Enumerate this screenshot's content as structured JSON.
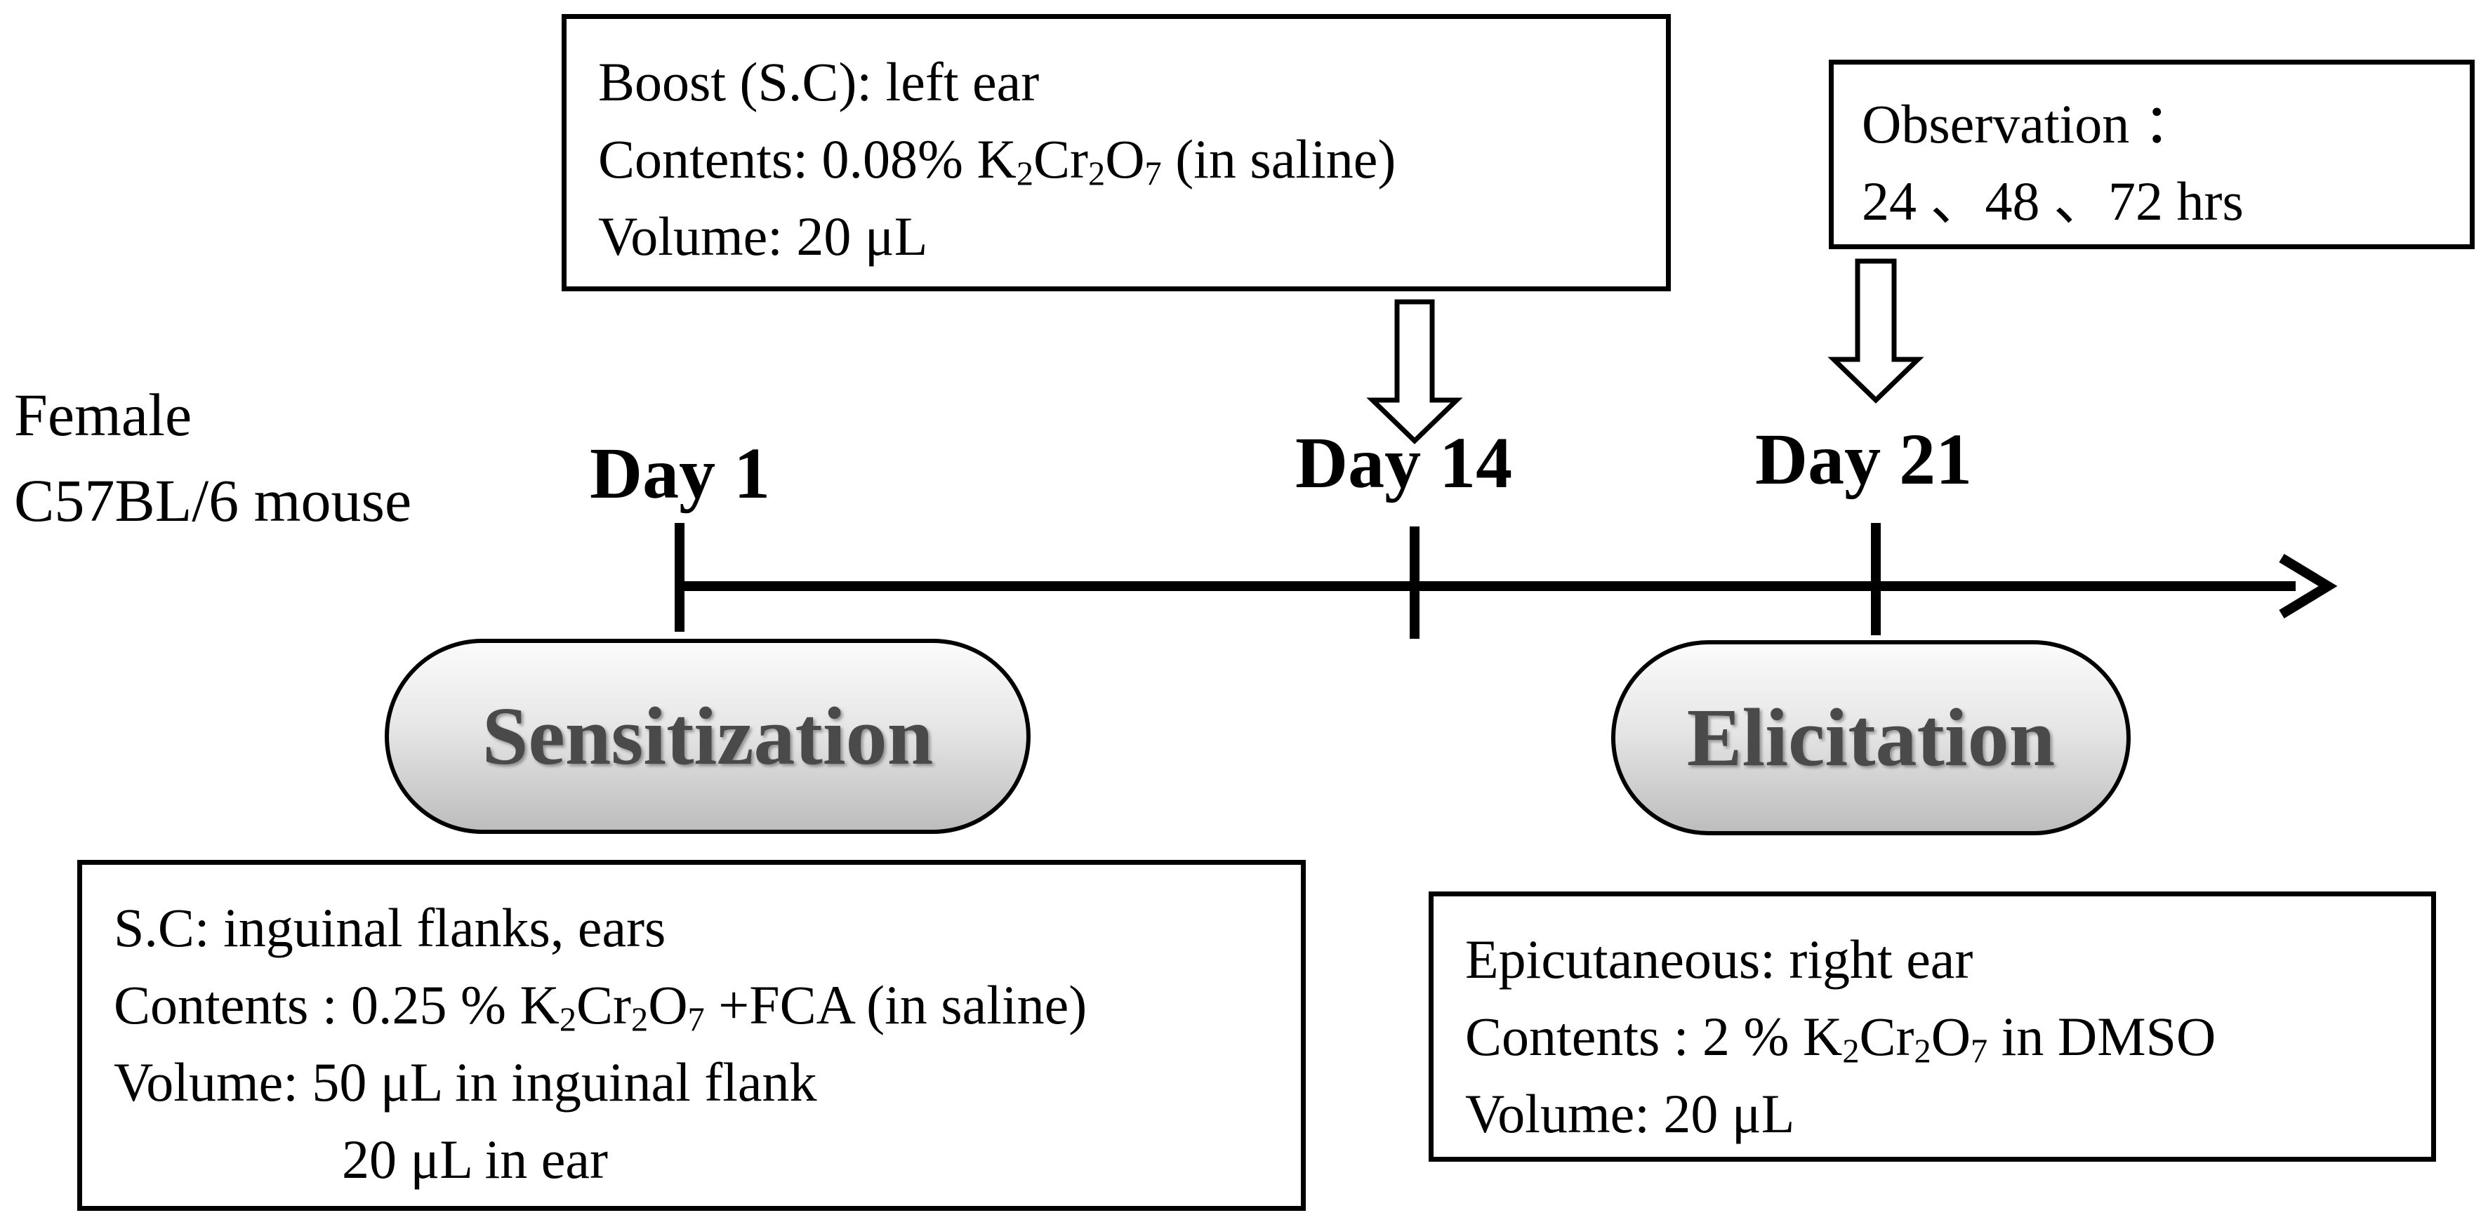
{
  "subject": {
    "line1": "Female",
    "line2": "C57BL/6 mouse"
  },
  "days": {
    "day1": "Day 1",
    "day14": "Day 14",
    "day21": "Day 21"
  },
  "phases": {
    "sensitization": "Sensitization",
    "elicitation": "Elicitation"
  },
  "boost": {
    "line1": "Boost (S.C): left ear",
    "contents_prefix": "Contents:  0.08% K",
    "contents_suffix": " (in saline)",
    "volume": "Volume:  20 μL"
  },
  "observation": {
    "line1": "Observation ：",
    "line2": "24 、48 、72 hrs"
  },
  "sensitization_details": {
    "line1": "S.C: inguinal flanks, ears",
    "contents_prefix": "Contents : 0.25 % K",
    "contents_suffix": " +FCA (in saline)",
    "volume_line1": "Volume:  50 μL in inguinal flank",
    "volume_line2": "20 μL in ear"
  },
  "elicitation_details": {
    "line1": "Epicutaneous:  right ear",
    "contents_prefix": "Contents : 2 % K",
    "contents_suffix": " in DMSO",
    "volume": "Volume: 20 μL"
  },
  "chemical": {
    "sub1": "2",
    "mid": "Cr",
    "sub2": "2",
    "o": "O",
    "sub3": "7"
  }
}
